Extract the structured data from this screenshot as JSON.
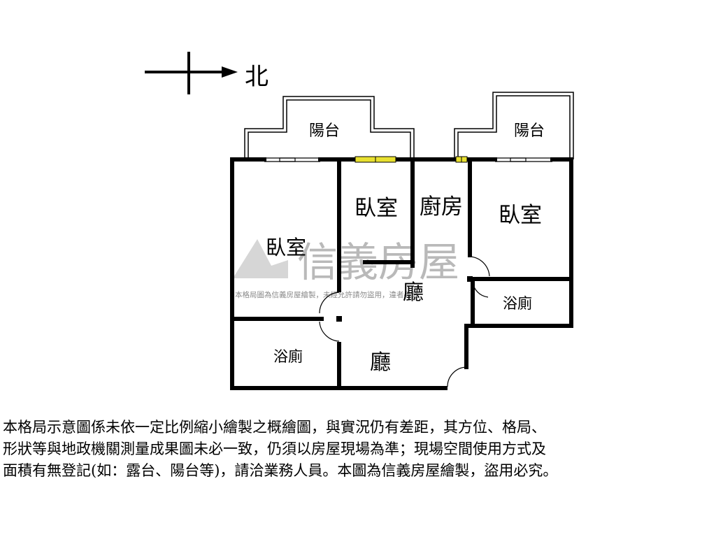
{
  "compass": {
    "label": "北"
  },
  "rooms": {
    "balcony_left": "陽台",
    "balcony_right": "陽台",
    "bedroom_left": "臥室",
    "bedroom_middle": "臥室",
    "kitchen": "廚房",
    "bedroom_right": "臥室",
    "living_upper": "廳",
    "living_lower": "廳",
    "bath_right": "浴廁",
    "bath_left": "浴廁"
  },
  "watermark": {
    "brand": "信義房屋",
    "note": "本格局圖為信義房屋繪製，未經允許請勿盜用，違者必究"
  },
  "colors": {
    "wall": "#000000",
    "window_fill": "#e8e030",
    "watermark": "#b4b4b4"
  },
  "disclaimer": {
    "line1": "本格局示意圖係未依一定比例縮小繪製之概繪圖，與實況仍有差距，其方位、格局、",
    "line2": "形狀等與地政機關測量成果圖未必一致，仍須以房屋現場為準；現場空間使用方式及",
    "line3": "面積有無登記(如：露台、陽台等)，請洽業務人員。本圖為信義房屋繪製，盜用必究。"
  }
}
